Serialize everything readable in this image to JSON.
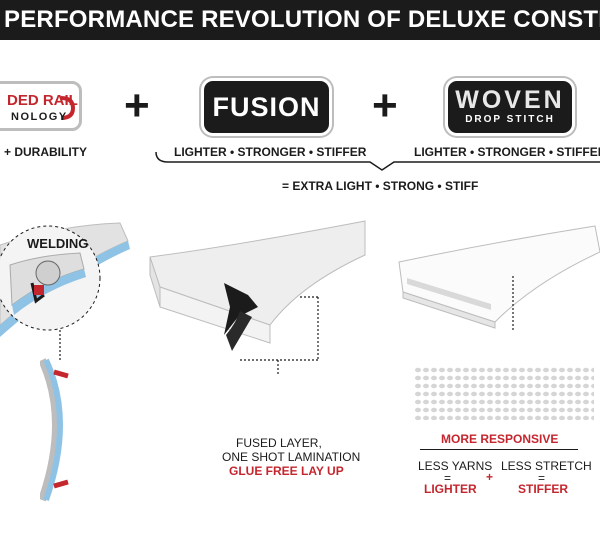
{
  "banner": {
    "title": "PERFORMANCE REVOLUTION OF DELUXE CONSTRUCTION"
  },
  "badges": {
    "rail_line1": "DED RAIL",
    "rail_line2": "NOLOGY",
    "fusion": "FUSION",
    "woven_line1": "WOVEN",
    "woven_line2": "DROP STITCH"
  },
  "operators": {
    "plus": "+"
  },
  "captions": {
    "rail": "+ DURABILITY",
    "fusion": "LIGHTER • STRONGER • STIFFER",
    "woven": "LIGHTER • STRONGER • STIFFER",
    "result": "= EXTRA LIGHT • STRONG • STIFF"
  },
  "welding": {
    "label": "WELDING"
  },
  "fusion_detail": {
    "line1": "FUSED LAYER,",
    "line2": "ONE SHOT LAMINATION",
    "line3": "GLUE FREE LAY UP"
  },
  "woven_detail": {
    "headline": "MORE RESPONSIVE",
    "left_top": "LESS YARNS",
    "left_eq": "=",
    "left_bottom": "LIGHTER",
    "plus": "+",
    "right_top": "LESS STRETCH",
    "right_eq": "=",
    "right_bottom": "STIFFER"
  },
  "colors": {
    "accent_red": "#c4262e",
    "dark": "#1b1b1b",
    "board_grey": "#dcdcdc",
    "rail_blue": "#8fc3e6"
  }
}
